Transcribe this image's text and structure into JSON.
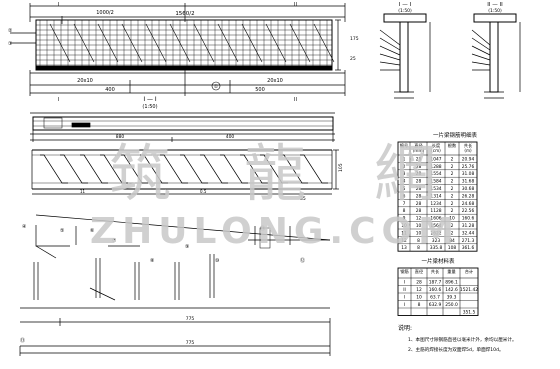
{
  "elevation": {
    "top_dims": [
      "1000/2",
      "1560/2"
    ],
    "bottom_dims": [
      "20x10",
      "20x10",
      "400",
      "500"
    ],
    "left_labels": [
      "②",
      "①"
    ],
    "side_dims": [
      "175",
      "25"
    ],
    "markers": [
      "I",
      "II"
    ],
    "circle_mark": "①"
  },
  "section_I": {
    "title": "I — I",
    "scale": "(1:50)",
    "dims": [
      "880",
      "400"
    ]
  },
  "small_sections": [
    {
      "title": "I — I",
      "scale": "(1:50)"
    },
    {
      "title": "II — II",
      "scale": "(1:50)"
    }
  ],
  "rebar_panel": {
    "dims": [
      "11",
      "0.5",
      "105",
      "35"
    ]
  },
  "details": {
    "marks": [
      "④",
      "⑤",
      "⑥",
      "⑦",
      "⑧",
      "⑨",
      "⑩",
      "⑪",
      "⑫",
      "⑬"
    ],
    "bottom_dims": [
      "775",
      "775"
    ]
  },
  "table1": {
    "title": "一片梁钢筋明细表",
    "headers": [
      "编号",
      "直径\n(mm)",
      "长度\n(cm)",
      "根数",
      "共长\n(m)"
    ],
    "rows": [
      [
        "1",
        "28",
        "1047",
        "2",
        "20.94"
      ],
      [
        "2",
        "28",
        "1288",
        "2",
        "25.76"
      ],
      [
        "3",
        "28",
        "1554",
        "2",
        "31.08"
      ],
      [
        "4",
        "28",
        "1584",
        "2",
        "31.68"
      ],
      [
        "5",
        "28",
        "1534",
        "2",
        "30.68"
      ],
      [
        "6",
        "28",
        "1314",
        "2",
        "26.28"
      ],
      [
        "7",
        "28",
        "1234",
        "2",
        "24.68"
      ],
      [
        "8",
        "28",
        "1128",
        "2",
        "22.56"
      ],
      [
        "9",
        "12",
        "1606",
        "10",
        "160.6"
      ],
      [
        "10",
        "10",
        "1564",
        "2",
        "31.28"
      ],
      [
        "11",
        "10",
        "1622",
        "2",
        "32.44"
      ],
      [
        "12",
        "8",
        "323",
        "84",
        "271.3"
      ],
      [
        "13",
        "8",
        "335.8",
        "108",
        "361.6"
      ]
    ]
  },
  "table2": {
    "title": "一片梁材料表",
    "headers": [
      "钢筋",
      "直径",
      "共长",
      "重量",
      "合计"
    ],
    "rows": [
      [
        "I",
        "28",
        "187.7",
        "896.1",
        ""
      ],
      [
        "II",
        "12",
        "160.6",
        "142.6",
        "1521.42"
      ],
      [
        "I",
        "10",
        "63.7",
        "39.3",
        ""
      ],
      [
        "I",
        "8",
        "632.9",
        "250.0",
        ""
      ]
    ],
    "total_row": [
      "",
      "",
      "",
      "",
      "351.5"
    ]
  },
  "notes": {
    "title": "说明:",
    "items": [
      "1、本图尺寸除钢筋直径以毫米计外，余均以厘米计。",
      "2、主筋的焊接长度为双面焊5d，单面焊10d。"
    ]
  },
  "watermark": {
    "chars": [
      "筑",
      "龍",
      "網"
    ],
    "latin": "ZHULONG.COM"
  }
}
